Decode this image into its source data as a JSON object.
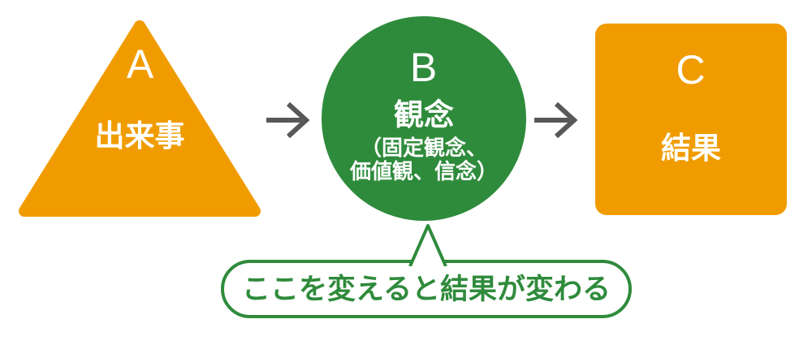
{
  "nodes": {
    "a": {
      "letter": "A",
      "label": "出来事",
      "shape": "triangle"
    },
    "b": {
      "letter": "B",
      "label": "観念",
      "sub_line1": "（固定観念、",
      "sub_line2": "価値観、信念）",
      "shape": "circle"
    },
    "c": {
      "letter": "C",
      "label": "結果",
      "shape": "rounded-square"
    }
  },
  "icons": {
    "arrow_right": "→"
  },
  "callout": {
    "text": "ここを変えると結果が変わる"
  },
  "colors": {
    "node_orange": "#F09C00",
    "node_green": "#2F8B3C",
    "arrow_gray": "#58585A",
    "node_text": "#FFFFFF",
    "callout_green": "#2F8B3C",
    "background": "#FFFFFF"
  }
}
